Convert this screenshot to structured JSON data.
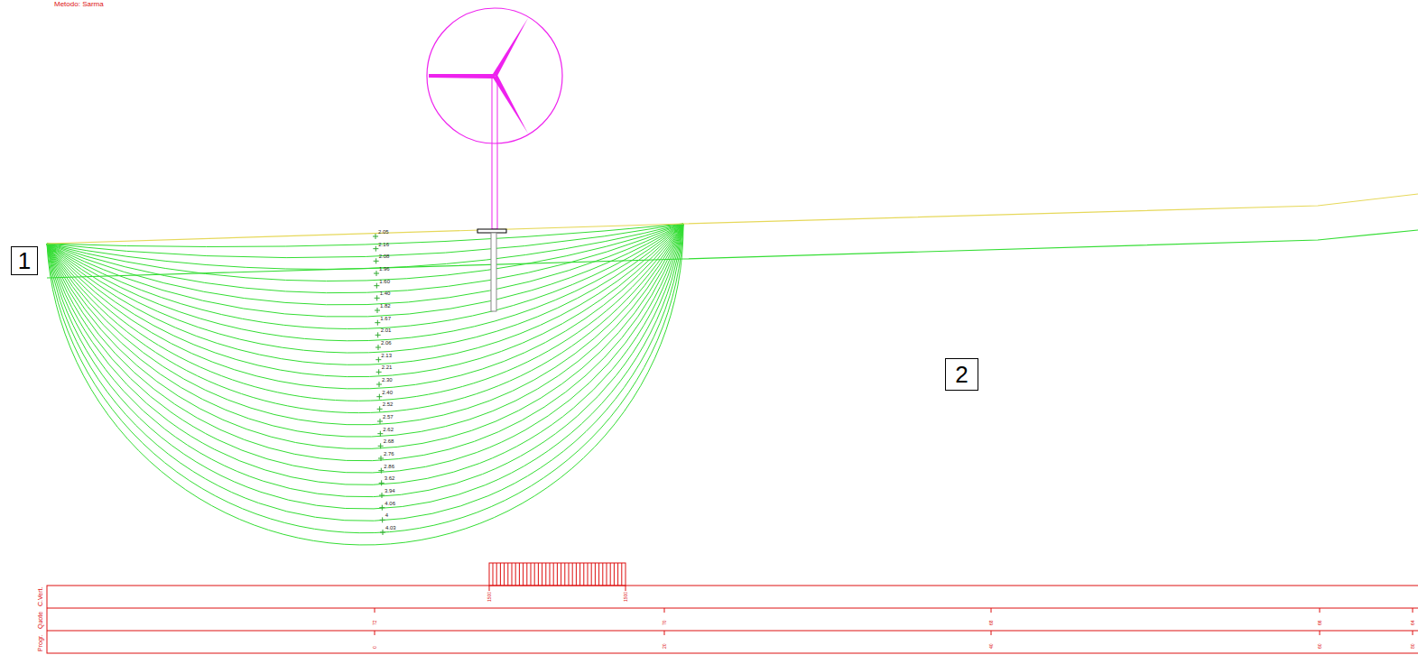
{
  "diagram": {
    "nodes": [
      {
        "text": [
          "1"
        ]
      },
      {
        "text": [
          "2"
        ]
      }
    ],
    "labels": [
      "Metodo: Sarma",
      "2.05",
      "2.16",
      "2.08",
      "1.96",
      "1.60",
      "1.40",
      "1.82",
      "1.67",
      "2.01",
      "2.06",
      "2.13",
      "2.21",
      "2.30",
      "2.40",
      "2.52",
      "2.57",
      "2.62",
      "2.68",
      "2.76",
      "2.86",
      "3.62",
      "3.94",
      "4.06",
      "4",
      "4.03",
      "C.Vert.",
      "Quote",
      "Progr.",
      "1500",
      "1500",
      "72",
      "70",
      "68",
      "66",
      "64",
      "0",
      "20",
      "40",
      "60",
      "80"
    ]
  }
}
